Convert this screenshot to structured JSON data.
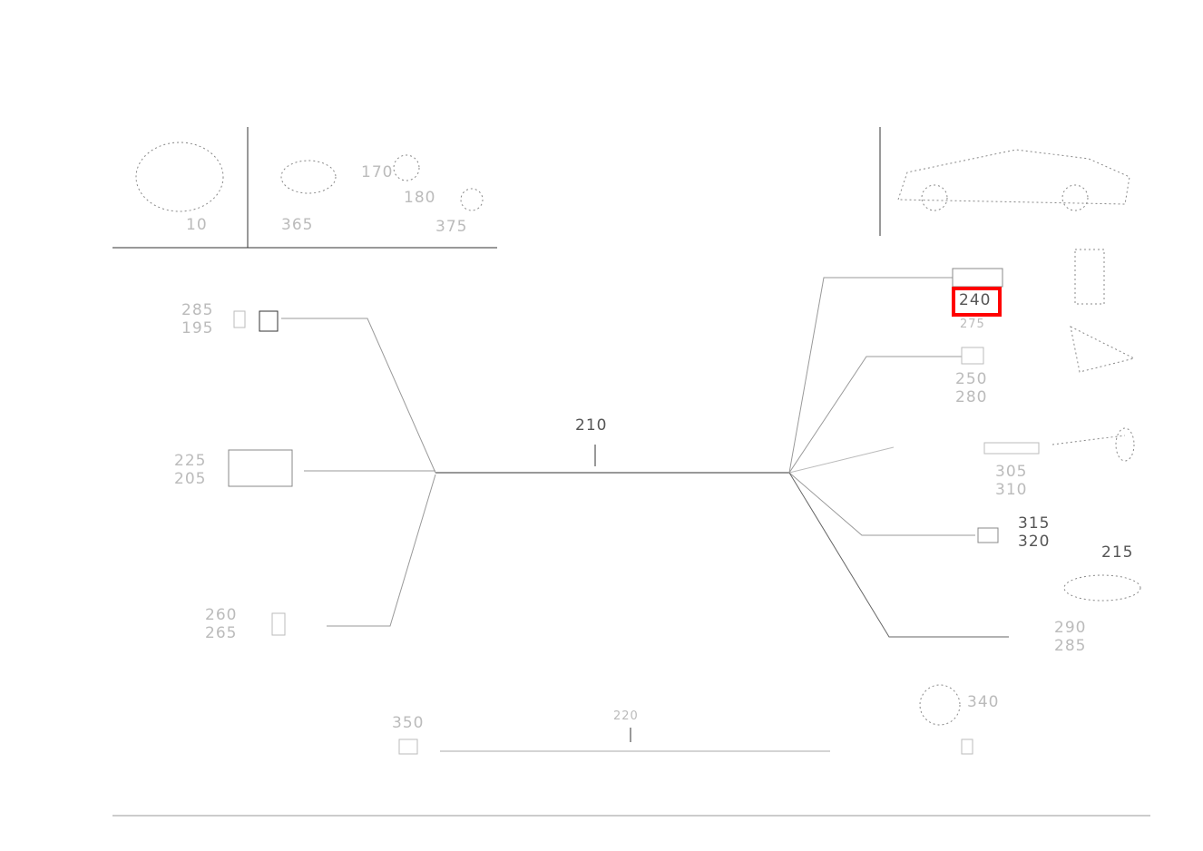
{
  "diagram": {
    "highlight_color": "#ff0000",
    "top_icons": {
      "part_a": "10",
      "part_b": "365",
      "part_c1": "170",
      "part_c2": "180",
      "part_c3": "375"
    },
    "main_harness": "210",
    "left_connectors": [
      {
        "a": "285",
        "b": "195"
      },
      {
        "a": "225",
        "b": "205"
      },
      {
        "a": "260",
        "b": "265"
      }
    ],
    "right_connectors": {
      "highlighted": "240",
      "below_highlighted": "275",
      "c2": {
        "a": "250",
        "b": "280"
      },
      "c3": {
        "a": "305",
        "b": "310"
      },
      "c4": {
        "a": "315",
        "b": "320"
      },
      "c5_part": "215",
      "c5": {
        "a": "290",
        "b": "285"
      }
    },
    "bottom": {
      "left": "350",
      "center": "220",
      "right": "340"
    }
  }
}
